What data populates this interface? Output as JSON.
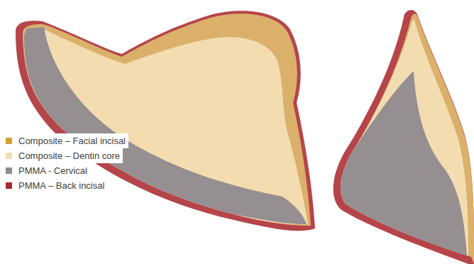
{
  "diagram": {
    "legend": [
      {
        "text": "Composite – Facial incisal",
        "color": "#d4a031"
      },
      {
        "text": "Composite – Dentin core",
        "color": "#f2deb2"
      },
      {
        "text": "PMMA - Cervical",
        "color": "#8f8a8d"
      },
      {
        "text": "PMMA – Back incisal",
        "color": "#a82a2f"
      }
    ]
  }
}
